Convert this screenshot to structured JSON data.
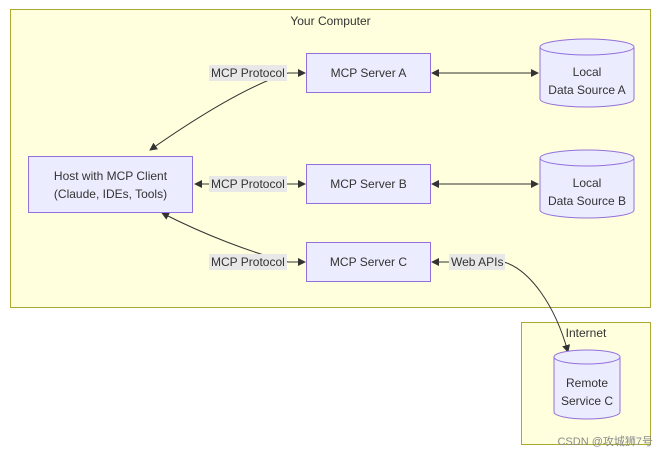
{
  "clusters": {
    "computer": {
      "title": "Your Computer"
    },
    "internet": {
      "title": "Internet"
    }
  },
  "nodes": {
    "host": {
      "line1": "Host with MCP Client",
      "line2": "(Claude, IDEs, Tools)"
    },
    "server_a": {
      "label": "MCP Server A"
    },
    "server_b": {
      "label": "MCP Server B"
    },
    "server_c": {
      "label": "MCP Server C"
    },
    "data_a": {
      "line1": "Local",
      "line2": "Data Source A"
    },
    "data_b": {
      "line1": "Local",
      "line2": "Data Source B"
    },
    "remote_c": {
      "line1": "Remote",
      "line2": "Service C"
    }
  },
  "edges": {
    "protocol_a": "MCP Protocol",
    "protocol_b": "MCP Protocol",
    "protocol_c": "MCP Protocol",
    "web_apis": "Web APIs"
  },
  "watermark": "CSDN @攻城狮7号",
  "colors": {
    "cluster_fill": "#ffffde",
    "cluster_border": "#aaaa33",
    "node_fill": "#ececff",
    "node_border": "#9370db",
    "edge": "#333333"
  }
}
